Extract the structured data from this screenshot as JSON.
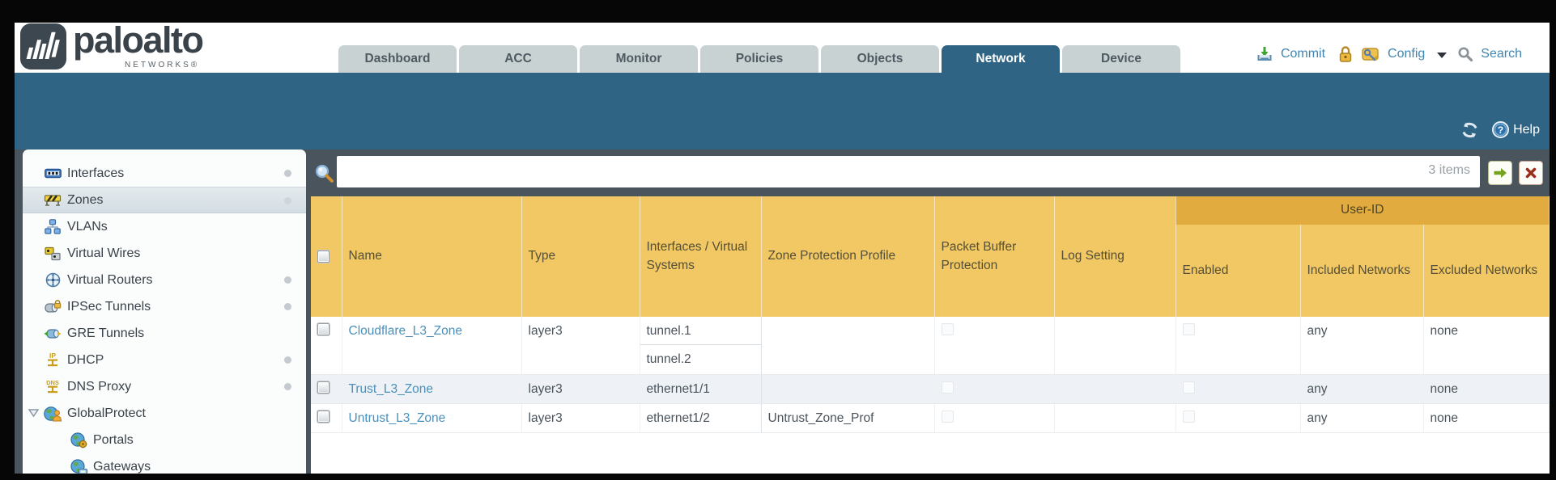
{
  "brand": {
    "wordmark": "paloalto",
    "networks": "NETWORKS®"
  },
  "tabs": [
    {
      "label": "Dashboard",
      "active": false
    },
    {
      "label": "ACC",
      "active": false
    },
    {
      "label": "Monitor",
      "active": false
    },
    {
      "label": "Policies",
      "active": false
    },
    {
      "label": "Objects",
      "active": false
    },
    {
      "label": "Network",
      "active": true
    },
    {
      "label": "Device",
      "active": false
    }
  ],
  "header_actions": {
    "commit": "Commit",
    "config": "Config",
    "search": "Search"
  },
  "teal_actions": {
    "help": "Help"
  },
  "sidebar": {
    "items": [
      {
        "label": "Interfaces",
        "icon": "interfaces-icon",
        "has_dot": true
      },
      {
        "label": "Zones",
        "icon": "zones-icon",
        "has_dot": true,
        "selected": true
      },
      {
        "label": "VLANs",
        "icon": "vlans-icon",
        "has_dot": false
      },
      {
        "label": "Virtual Wires",
        "icon": "virtual-wires-icon",
        "has_dot": false
      },
      {
        "label": "Virtual Routers",
        "icon": "virtual-routers-icon",
        "has_dot": true
      },
      {
        "label": "IPSec Tunnels",
        "icon": "ipsec-tunnels-icon",
        "has_dot": true
      },
      {
        "label": "GRE Tunnels",
        "icon": "gre-tunnels-icon",
        "has_dot": false
      },
      {
        "label": "DHCP",
        "icon": "dhcp-icon",
        "has_dot": true
      },
      {
        "label": "DNS Proxy",
        "icon": "dns-proxy-icon",
        "has_dot": true
      },
      {
        "label": "GlobalProtect",
        "icon": "globalprotect-icon",
        "has_dot": false,
        "expanded": true
      },
      {
        "label": "Portals",
        "icon": "portals-icon",
        "has_dot": false,
        "indent": true
      },
      {
        "label": "Gateways",
        "icon": "gateways-icon",
        "has_dot": false,
        "indent": true
      }
    ]
  },
  "filter": {
    "value": "",
    "count": "3 items"
  },
  "table": {
    "group_header": "User-ID",
    "columns": [
      "Name",
      "Type",
      "Interfaces / Virtual Systems",
      "Zone Protection Profile",
      "Packet Buffer Protection",
      "Log Setting",
      "Enabled",
      "Included Networks",
      "Excluded Networks"
    ],
    "rows": [
      {
        "name": "Cloudflare_L3_Zone",
        "type": "layer3",
        "interfaces": [
          "tunnel.1",
          "tunnel.2"
        ],
        "zone_protection_profile": "",
        "log_setting": "",
        "enabled": false,
        "included_networks": "any",
        "excluded_networks": "none"
      },
      {
        "name": "Trust_L3_Zone",
        "type": "layer3",
        "interfaces": [
          "ethernet1/1"
        ],
        "zone_protection_profile": "",
        "log_setting": "",
        "enabled": false,
        "included_networks": "any",
        "excluded_networks": "none"
      },
      {
        "name": "Untrust_L3_Zone",
        "type": "layer3",
        "interfaces": [
          "ethernet1/2"
        ],
        "zone_protection_profile": "Untrust_Zone_Prof",
        "log_setting": "",
        "enabled": false,
        "included_networks": "any",
        "excluded_networks": "none"
      }
    ]
  },
  "colors": {
    "teal": "#2f6484",
    "slate": "#4a545d",
    "header_orange": "#f1c863",
    "userid_orange": "#e2ab40",
    "link_blue": "#4a90bb",
    "tab_inactive": "#c9d2d3"
  }
}
